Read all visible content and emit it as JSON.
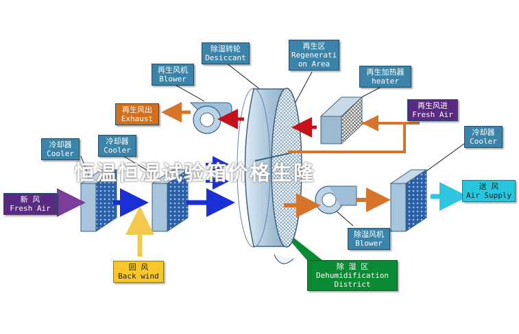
{
  "colors": {
    "panel_label": "#3b83a8",
    "fresh_air_label": "#5a2a82",
    "exhaust_label": "#d3701c",
    "supply_label": "#27c6dc",
    "back_wind_label": "#f6c62b",
    "dehumid_label": "#0b8a34",
    "arrow_blue": "#1a2fd6",
    "arrow_red": "#c8101a",
    "arrow_orange": "#d7732a",
    "arrow_purple": "#7b3f9a",
    "arrow_yellow": "#f2c94c",
    "arrow_cyan": "#2ec6de"
  },
  "labels": {
    "desiccant": {
      "zh": "除湿转轮",
      "en": "Desiccant"
    },
    "regeneration_area": {
      "zh": "再生区",
      "en1": "Regenerati",
      "en2": "on Area"
    },
    "regen_blower": {
      "zh": "再生风机",
      "en": "Blower"
    },
    "regen_heater": {
      "zh": "再生加热器",
      "en": "heater"
    },
    "regen_exhaust": {
      "zh": "再生风出",
      "en": "Exhaust"
    },
    "regen_fresh_air": {
      "zh": "再生风进",
      "en": "Fresh Air"
    },
    "cooler_1": {
      "zh": "冷却器",
      "en": "Cooler"
    },
    "cooler_2": {
      "zh": "冷却器",
      "en": "Cooler"
    },
    "cooler_3": {
      "zh": "冷却器",
      "en": "Cooler"
    },
    "fresh_air": {
      "zh": "新    风",
      "en": "Fresh Air"
    },
    "air_supply": {
      "zh": "送  风",
      "en": "Air Supply"
    },
    "back_wind": {
      "zh": "回    风",
      "en": "Back wind"
    },
    "dehumid_blower": {
      "zh": "除湿风机",
      "en": "Blower"
    },
    "dehumid_district": {
      "zh": "除    湿    区",
      "en1": "Dehumidification",
      "en2": "District"
    }
  },
  "overlay_text": "恒温恒湿试验箱价格生隆",
  "icons": [
    "desiccant-wheel-icon",
    "fan-blower-icon",
    "heater-coil-icon",
    "cooler-coil-icon"
  ]
}
